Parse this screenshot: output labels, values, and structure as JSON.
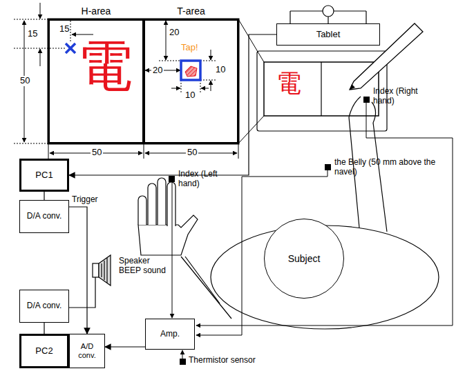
{
  "diagram": {
    "nodes": [
      {
        "text": [
          "H-area"
        ]
      },
      {
        "text": [
          "T-area"
        ]
      },
      {
        "text": [
          "Tablet"
        ]
      },
      {
        "text": [
          "PC1"
        ]
      },
      {
        "text": [
          "D/A conv."
        ]
      },
      {
        "text": [
          "D/A conv."
        ]
      },
      {
        "text": [
          "PC2"
        ]
      },
      {
        "text": [
          "A/D conv."
        ]
      },
      {
        "text": [
          "Amp."
        ]
      },
      {
        "text": [
          "Subject"
        ]
      }
    ],
    "edges": [
      {
        "from": 2,
        "to": 3,
        "arrow": "to"
      },
      {
        "from": 3,
        "to": 4,
        "arrow": "none"
      },
      {
        "from": 4,
        "to": 7,
        "label": "Trigger",
        "arrow": "to"
      },
      {
        "from": 5,
        "to": 6,
        "arrow": "none"
      },
      {
        "from": 8,
        "to": 7,
        "arrow": "to"
      }
    ],
    "labels": [
      "15",
      "15",
      "50",
      "20",
      "20",
      "10",
      "10",
      "50",
      "50",
      "Tap!",
      "電",
      "電",
      "Index (Right hand)",
      "the Belly (50 mm above the navel)",
      "Index (Left hand)",
      "Speaker BEEP sound",
      "Thermistor sensor"
    ]
  }
}
